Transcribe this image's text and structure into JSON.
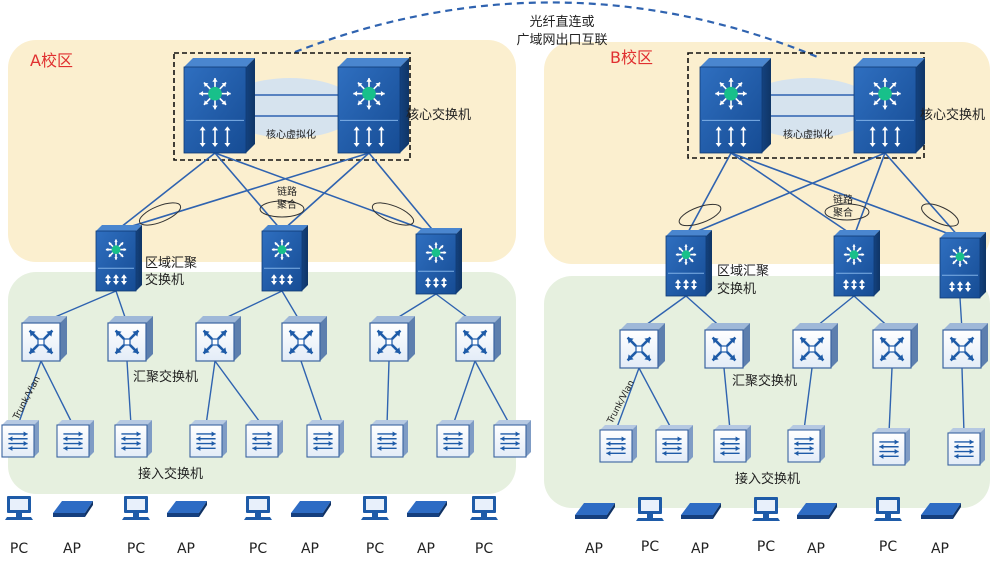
{
  "link_label": [
    "光纤直连或",
    "广域网出口互联"
  ],
  "campus_a": {
    "title": "A校区",
    "core_label": "核心交换机",
    "virtualization_label": "核心虚拟化",
    "link_agg_label": [
      "链路",
      "聚合"
    ],
    "regional_label": [
      "区域汇聚",
      "交换机"
    ],
    "agg_label": "汇聚交换机",
    "trunk_label": "Trunk/Vlan",
    "access_label": "接入交换机",
    "endpoints": [
      "PC",
      "AP",
      "PC",
      "AP",
      "PC",
      "AP",
      "PC",
      "AP",
      "PC"
    ]
  },
  "campus_b": {
    "title": "B校区",
    "core_label": "核心交换机",
    "virtualization_label": "核心虚拟化",
    "link_agg_label": [
      "链路",
      "聚合"
    ],
    "regional_label": [
      "区域汇聚",
      "交换机"
    ],
    "agg_label": "汇聚交换机",
    "trunk_label": "Trunk/Vlan",
    "access_label": "接入交换机",
    "endpoints": [
      "AP",
      "PC",
      "AP",
      "PC",
      "AP",
      "PC",
      "AP"
    ]
  },
  "colors": {
    "top_zone": "#fbefcf",
    "bottom_zone": "#e6f0df",
    "device_blue": "#1e5ba8",
    "link_blue": "#2f63b0",
    "hub_green": "#18c08a",
    "title_red": "#e03030"
  }
}
